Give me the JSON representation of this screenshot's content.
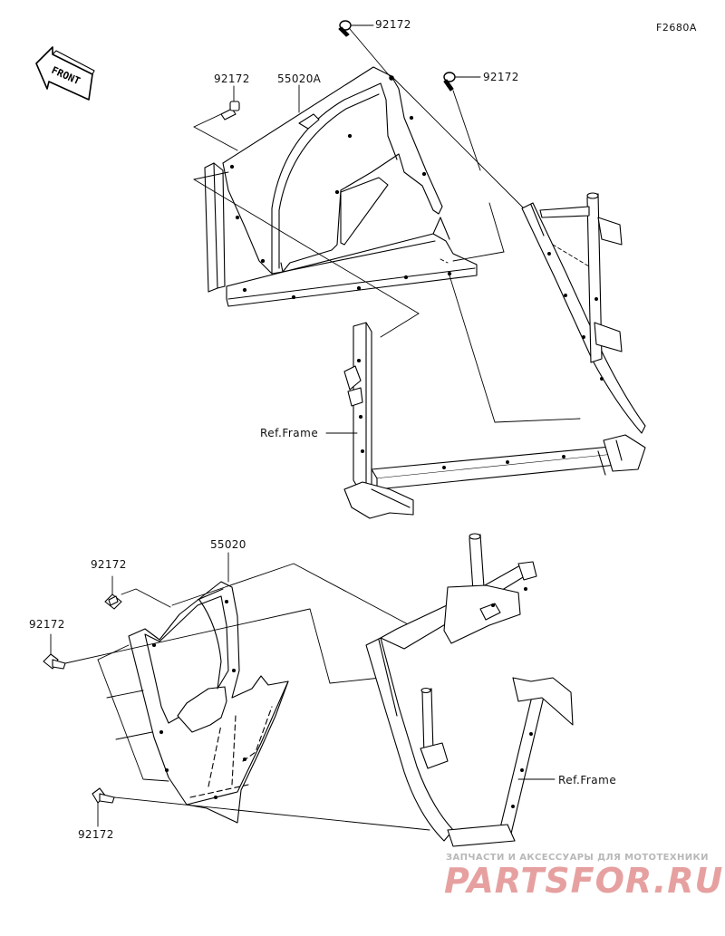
{
  "diagram_code": "F2680A",
  "front_label": "FRONT",
  "parts": {
    "bolt": "92172",
    "upper_cover": "55020A",
    "lower_cover": "55020"
  },
  "references": {
    "frame_upper": "Ref.Frame",
    "frame_lower": "Ref.Frame"
  },
  "watermark": {
    "tagline": "ЗАПЧАСТИ И АКСЕССУАРЫ ДЛЯ МОТОТЕХНИКИ",
    "brand": "PARTSFOR.RU",
    "color": "#e6a0a0"
  }
}
